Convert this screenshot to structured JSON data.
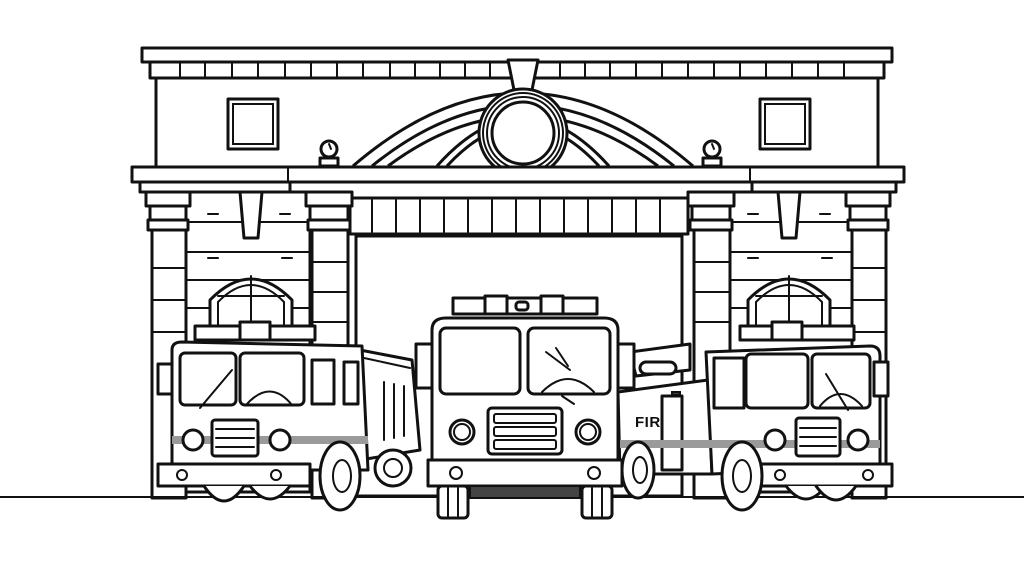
{
  "scene": {
    "subject": "fire station with three fire trucks",
    "style": "black line-art coloring page",
    "background_color": "#ffffff",
    "line_color": "#111111",
    "stripe_color": "#9a9a9a"
  },
  "building": {
    "windows_upper": 2,
    "arched_windows": 2,
    "lamps": 2,
    "garage_door": "open"
  },
  "trucks": [
    {
      "position": "left",
      "view": "three-quarter left"
    },
    {
      "position": "center",
      "view": "front"
    },
    {
      "position": "right",
      "view": "three-quarter right",
      "label": "FIRE"
    }
  ]
}
